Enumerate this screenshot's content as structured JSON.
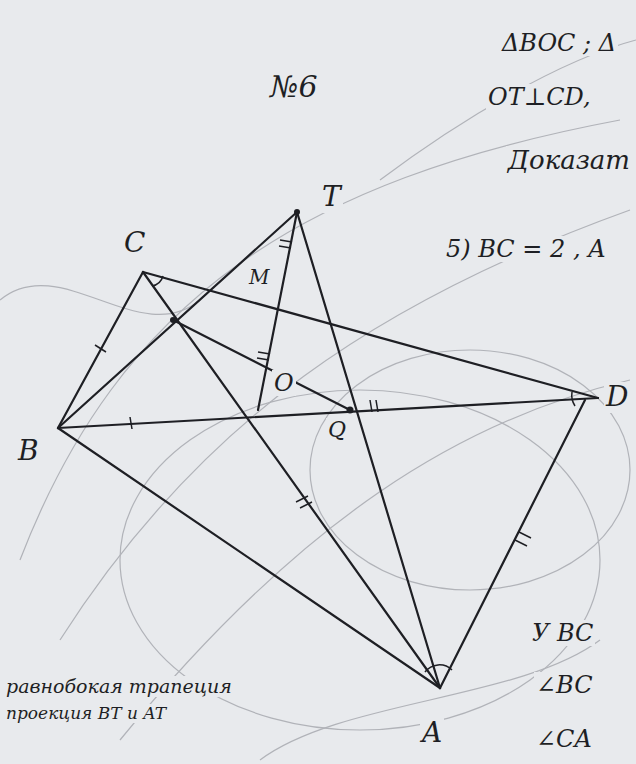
{
  "diagram": {
    "labels": [
      "№6",
      "ΔBOC ; Δ",
      "OT⊥CD,",
      "Доказат",
      "5) BC = 2 , A",
      "T",
      "C",
      "B",
      "O",
      "M",
      "Q",
      "D",
      "A",
      "У BC",
      "∠BC",
      "∠CA",
      "равнобокая трапеция",
      "проекция BT и AT"
    ]
  }
}
